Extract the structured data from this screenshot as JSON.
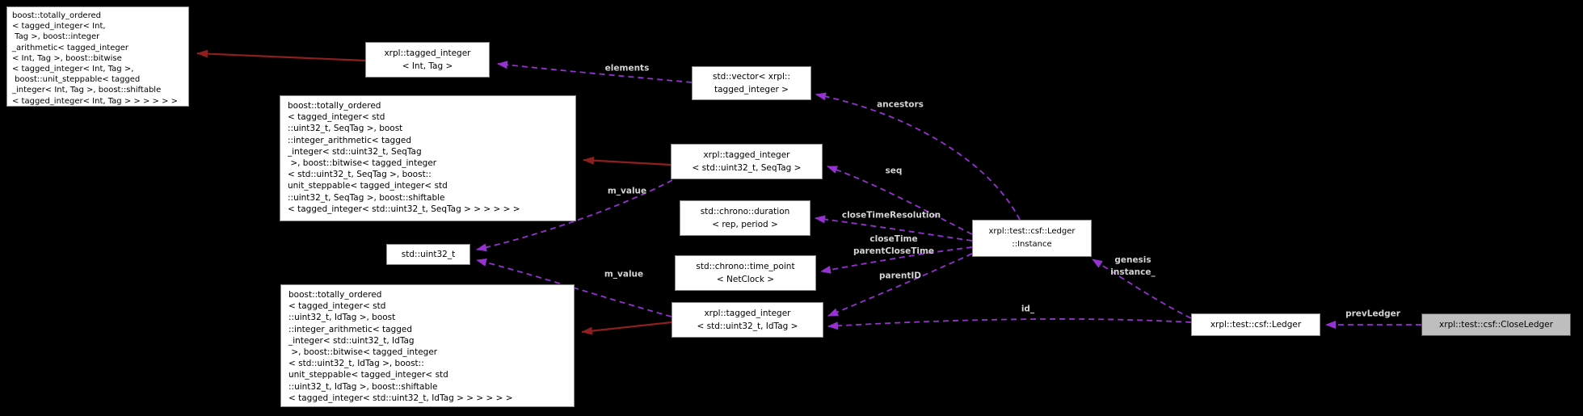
{
  "colors": {
    "background": "#000000",
    "node_fill": "#ffffff",
    "node_border": "#8a8a8a",
    "highlight_fill": "#bebebe",
    "highlight_border": "#4d4d4d",
    "inheritance_edge": "#8e1f1f",
    "usage_edge": "#9632d2",
    "edge_label": "#d4d4d4",
    "node_text": "#000000"
  },
  "nodes": {
    "boost_int_tag": {
      "label": "boost::totally_ordered\n< tagged_integer< Int,\n Tag >, boost::integer\n_arithmetic< tagged_integer\n< Int, Tag >, boost::bitwise\n< tagged_integer< Int, Tag >,\n boost::unit_steppable< tagged\n_integer< Int, Tag >, boost::shiftable\n< tagged_integer< Int, Tag > > > > > >"
    },
    "tagged_int_tag": {
      "label": "xrpl::tagged_integer\n< Int, Tag >"
    },
    "vector": {
      "label": "std::vector< xrpl::\ntagged_integer >"
    },
    "boost_seq": {
      "label": "boost::totally_ordered\n< tagged_integer< std\n::uint32_t, SeqTag >, boost\n::integer_arithmetic< tagged\n_integer< std::uint32_t, SeqTag\n >, boost::bitwise< tagged_integer\n< std::uint32_t, SeqTag >, boost::\nunit_steppable< tagged_integer< std\n::uint32_t, SeqTag >, boost::shiftable\n< tagged_integer< std::uint32_t, SeqTag > > > > > >"
    },
    "tagged_seq": {
      "label": "xrpl::tagged_integer\n< std::uint32_t, SeqTag >"
    },
    "duration": {
      "label": "std::chrono::duration\n< rep, period >"
    },
    "uint32": {
      "label": "std::uint32_t"
    },
    "time_point": {
      "label": "std::chrono::time_point\n< NetClock >"
    },
    "boost_id": {
      "label": "boost::totally_ordered\n< tagged_integer< std\n::uint32_t, IdTag >, boost\n::integer_arithmetic< tagged\n_integer< std::uint32_t, IdTag\n >, boost::bitwise< tagged_integer\n< std::uint32_t, IdTag >, boost::\nunit_steppable< tagged_integer< std\n::uint32_t, IdTag >, boost::shiftable\n< tagged_integer< std::uint32_t, IdTag > > > > > >"
    },
    "tagged_id": {
      "label": "xrpl::tagged_integer\n< std::uint32_t, IdTag >"
    },
    "instance": {
      "label": "xrpl::test::csf::Ledger\n::Instance"
    },
    "ledger": {
      "label": "xrpl::test::csf::Ledger"
    },
    "close_ledger": {
      "label": "xrpl::test::csf::CloseLedger"
    }
  },
  "edge_labels": {
    "elements": "elements",
    "ancestors": "ancestors",
    "seq": "seq",
    "close_time_resolution": "closeTimeResolution",
    "close_times": "closeTime\nparentCloseTime",
    "parent_id": "parentID",
    "m_value_seq": "m_value",
    "m_value_id": "m_value",
    "id_field": "id_",
    "genesis_instance": "genesis\ninstance_",
    "prev_ledger": "prevLedger"
  }
}
